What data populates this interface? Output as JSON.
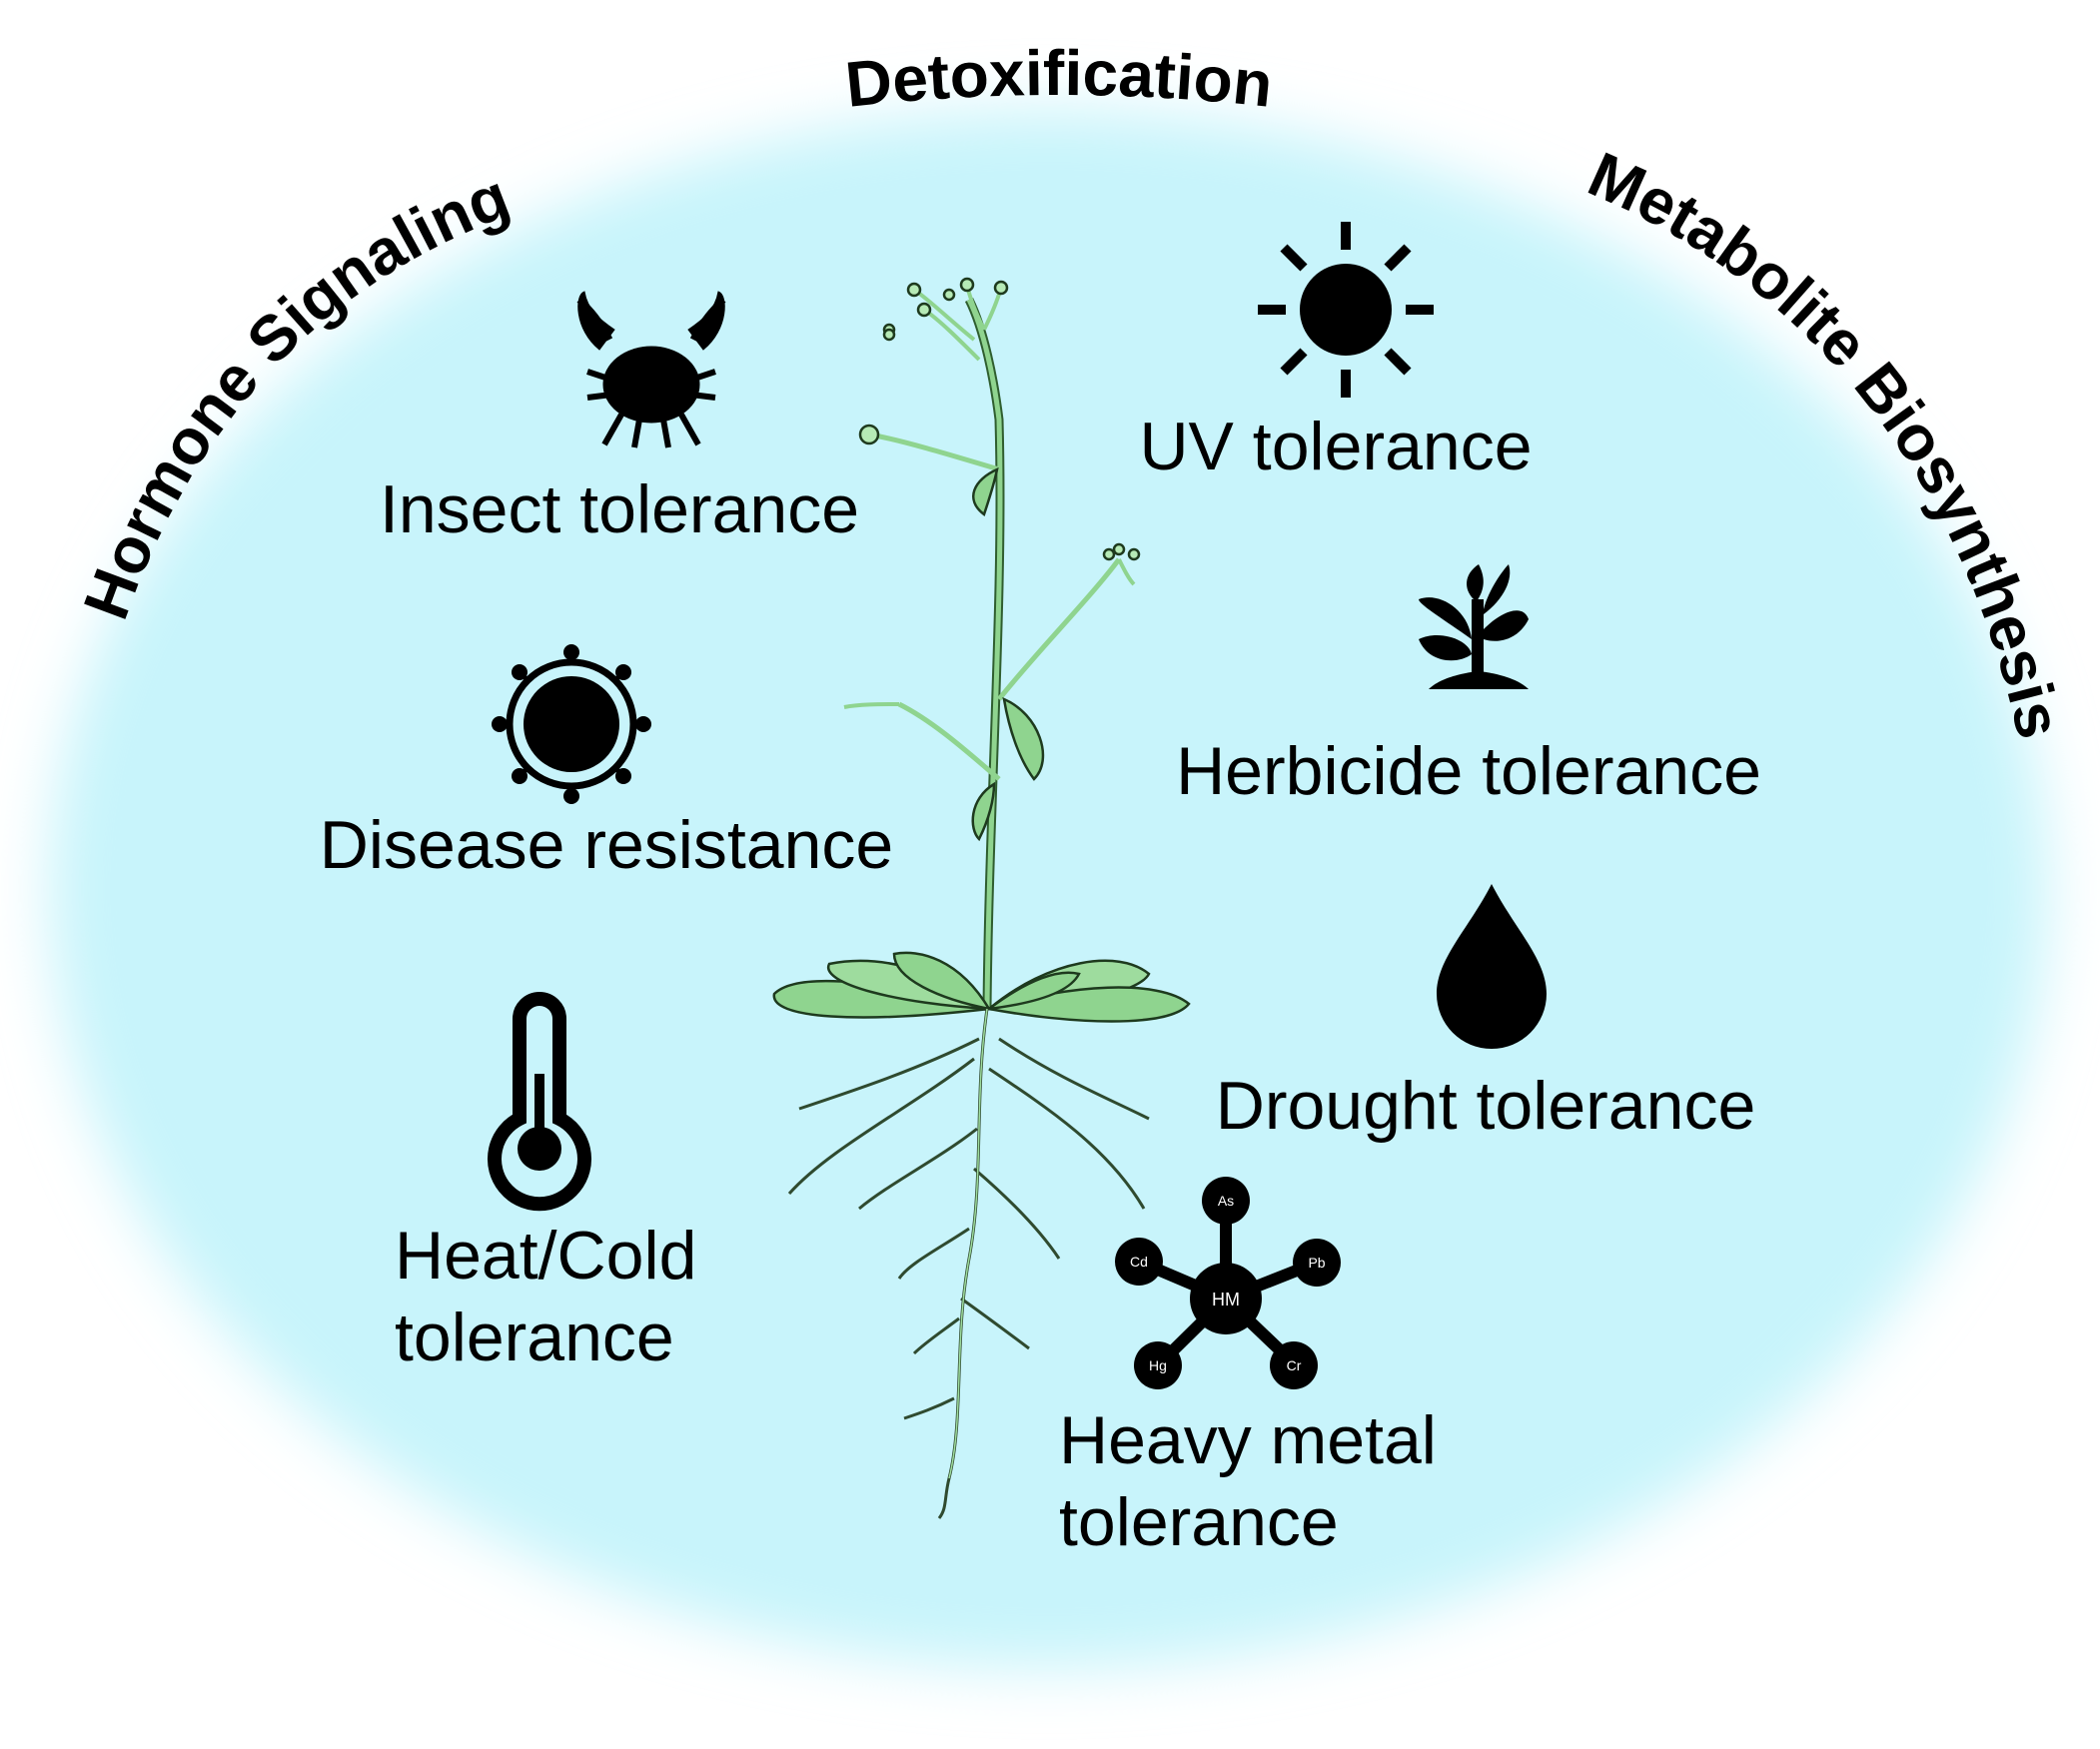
{
  "headings": {
    "top": "Detoxification",
    "left": "Hormone Signaling",
    "right": "Metabolite Biosynthesis"
  },
  "traits": {
    "insect": "Insect tolerance",
    "disease": "Disease resistance",
    "heat_line1": "Heat/Cold",
    "heat_line2": "tolerance",
    "uv": "UV tolerance",
    "herbicide": "Herbicide tolerance",
    "drought": "Drought tolerance",
    "metal_line1": "Heavy metal",
    "metal_line2": "tolerance"
  },
  "heavy_metal_icon": {
    "center": "HM",
    "elements": [
      "As",
      "Pb",
      "Cr",
      "Hg",
      "Cd"
    ]
  },
  "colors": {
    "background_glow": "#c8f4fb",
    "plant_green": "#7ac47a",
    "icon": "#000000"
  },
  "icons": [
    "crab-icon",
    "virus-icon",
    "thermometer-icon",
    "sun-icon",
    "seedling-icon",
    "water-drop-icon",
    "heavy-metal-molecule-icon",
    "arabidopsis-plant"
  ]
}
